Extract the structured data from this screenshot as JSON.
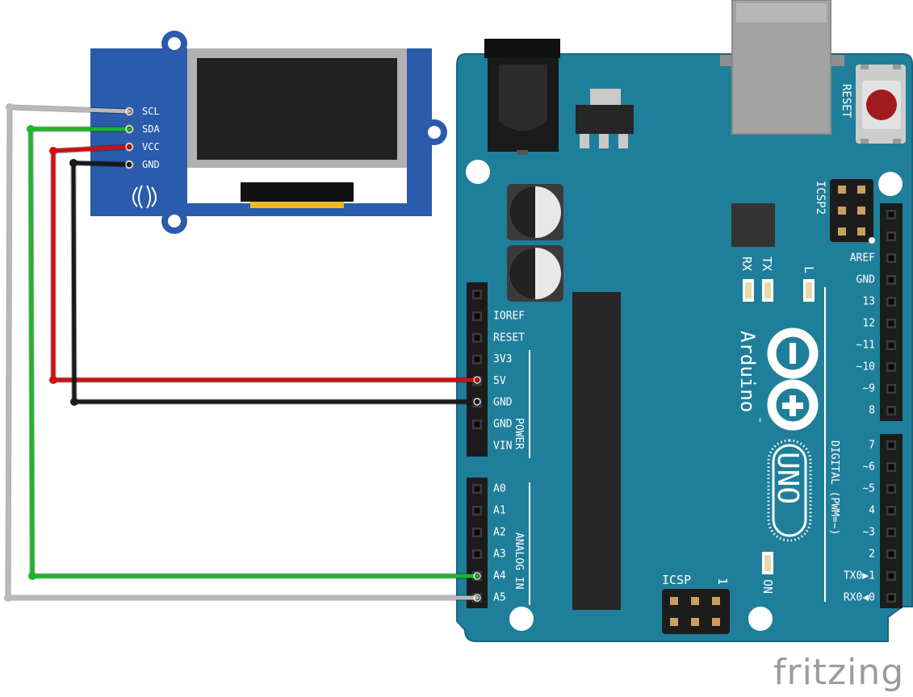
{
  "diagram": {
    "oled_module": {
      "pins": [
        "SCL",
        "SDA",
        "VCC",
        "GND"
      ]
    },
    "arduino": {
      "name": "Arduino",
      "model": "UNO",
      "trademark": "™",
      "reset_label": "RESET",
      "icsp2_label": "ICSP2",
      "icsp_label": "ICSP",
      "icsp_one": "1",
      "on_label": "ON",
      "rx_label": "RX",
      "tx_label": "TX",
      "l_label": "L",
      "power_label": "POWER",
      "analog_label": "ANALOG IN",
      "digital_label": "DIGITAL (PWM=~)",
      "power_pins": [
        "IOREF",
        "RESET",
        "3V3",
        "5V",
        "GND",
        "GND",
        "VIN"
      ],
      "analog_pins": [
        "A0",
        "A1",
        "A2",
        "A3",
        "A4",
        "A5"
      ],
      "digital_pins_top": [
        "AREF",
        "GND",
        "13",
        "12",
        "~11",
        "~10",
        "~9",
        "8"
      ],
      "digital_pins_bottom": [
        "7",
        "~6",
        "~5",
        "4",
        "~3",
        "2",
        "TX0▶1",
        "RX0◀0"
      ]
    },
    "wires": [
      {
        "from": "SCL",
        "to": "A5",
        "color": "#b9b9b9"
      },
      {
        "from": "SDA",
        "to": "A4",
        "color": "#1fb52b"
      },
      {
        "from": "VCC",
        "to": "5V",
        "color": "#cc1010"
      },
      {
        "from": "GND",
        "to": "GND",
        "color": "#1a1a1a"
      }
    ],
    "colors": {
      "board": "#1f7f9b",
      "oled_pcb": "#2a5cab",
      "screen_frame": "#b1b1b1",
      "screen": "#212121"
    }
  },
  "watermark": "fritzing"
}
